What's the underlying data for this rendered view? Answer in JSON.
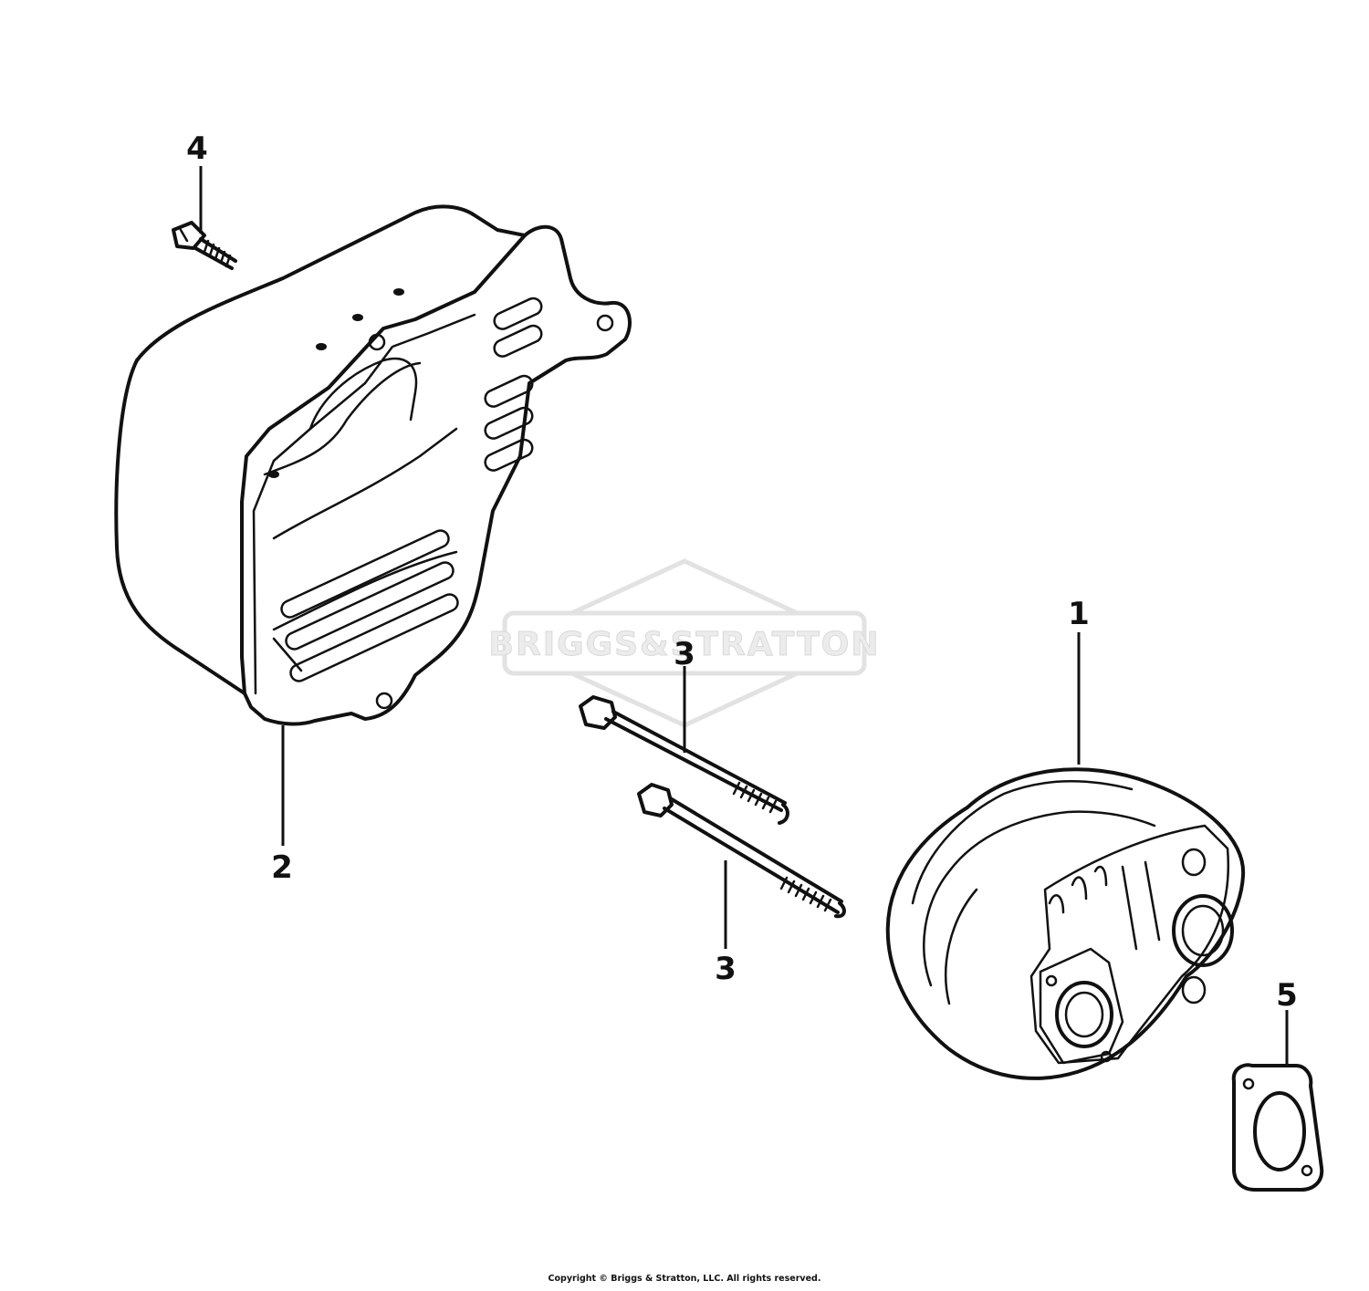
{
  "watermark": {
    "text": "BRIGGS&STRATTON"
  },
  "callouts": {
    "muffler": "1",
    "muffler_guard": "2",
    "bolt_upper": "3",
    "bolt_lower": "3",
    "screw": "4",
    "gasket": "5"
  },
  "footer": {
    "copyright": "Copyright © Briggs & Stratton, LLC. All rights reserved."
  }
}
